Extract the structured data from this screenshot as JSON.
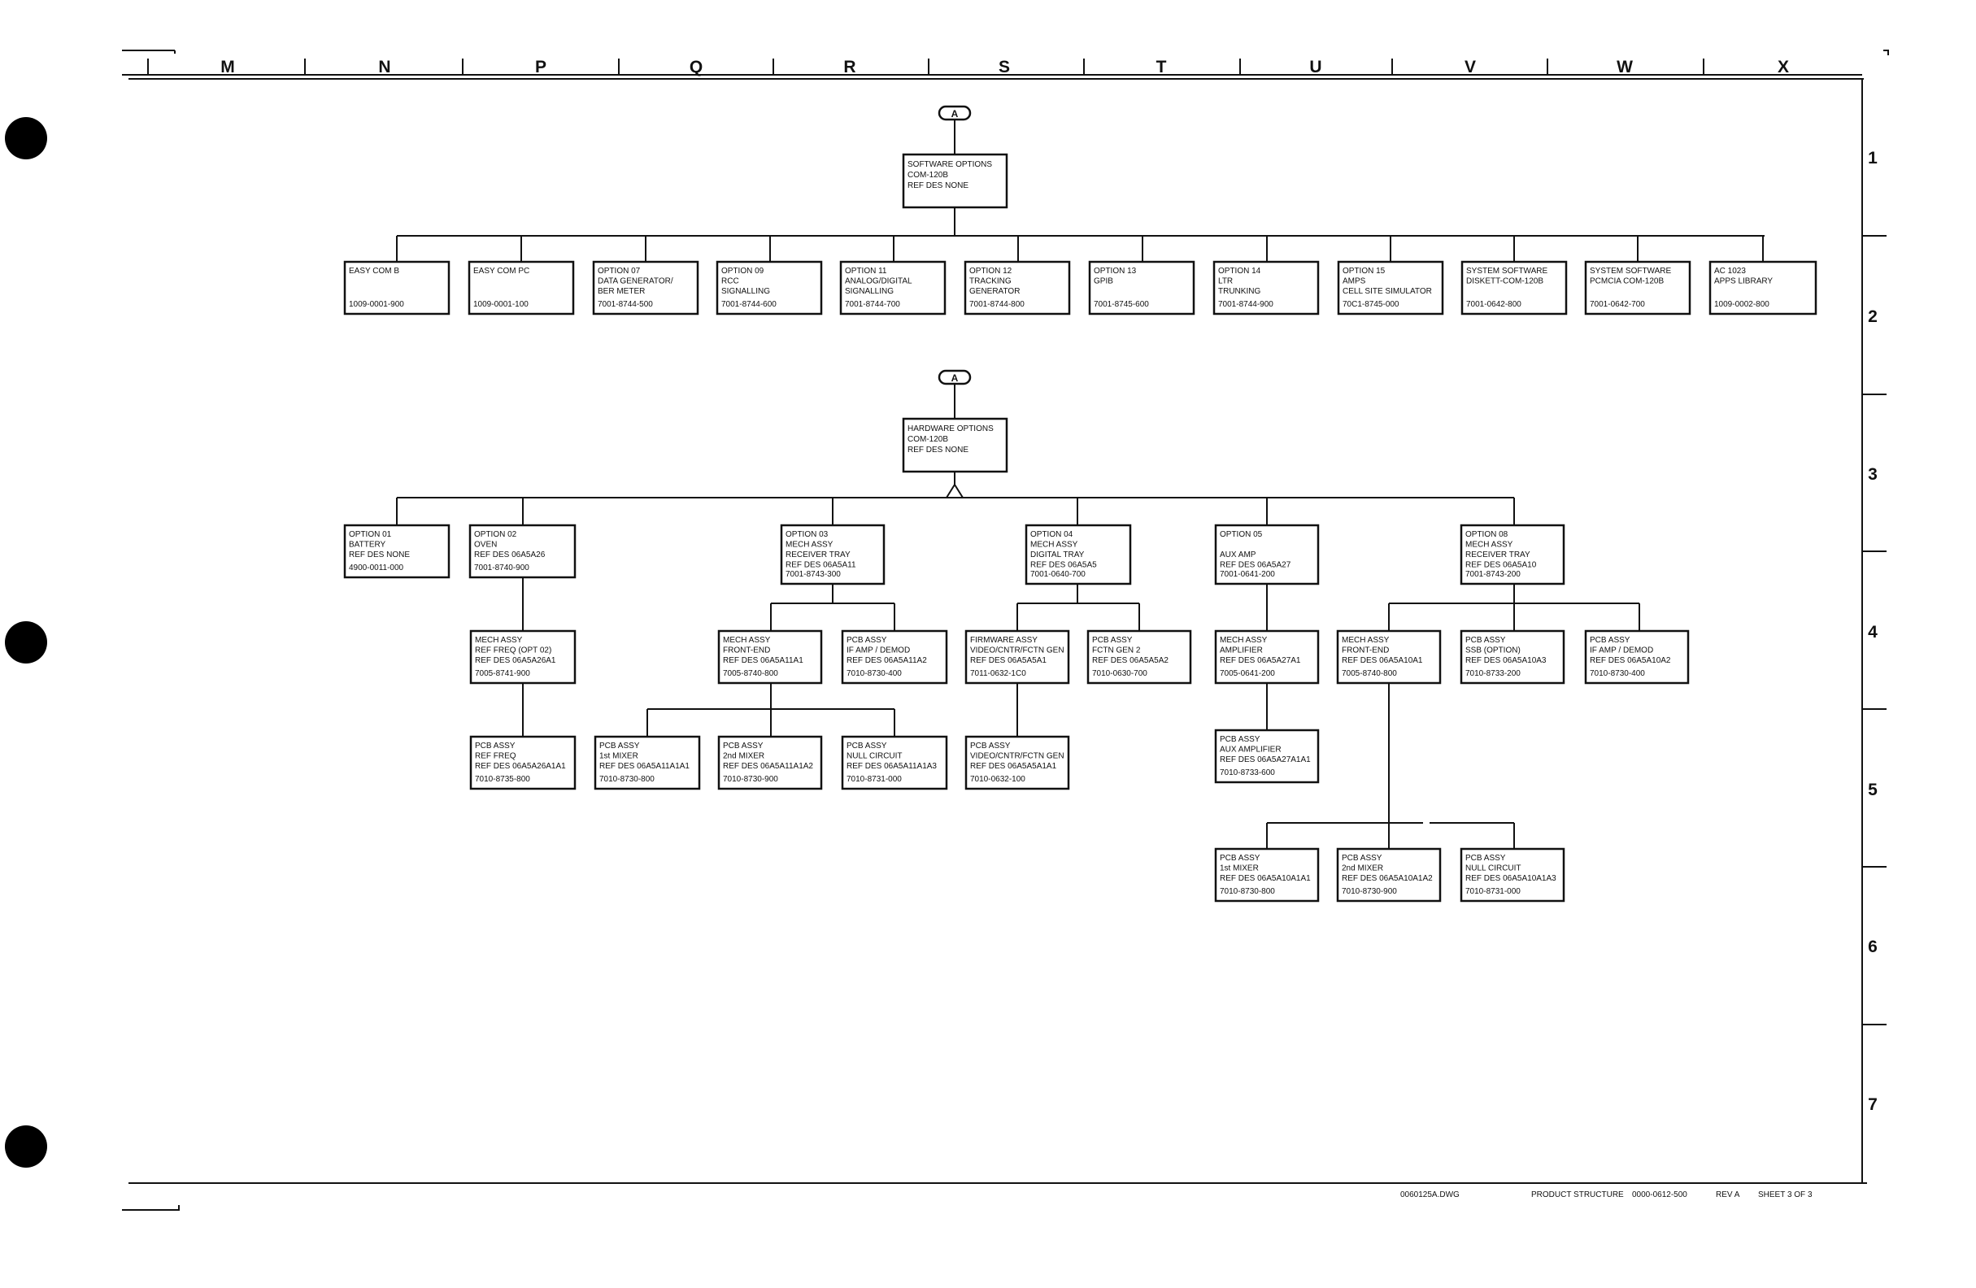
{
  "columns": [
    "M",
    "N",
    "P",
    "Q",
    "R",
    "S",
    "T",
    "U",
    "V",
    "W",
    "X"
  ],
  "rows": [
    "1",
    "2",
    "3",
    "4",
    "5",
    "6",
    "7"
  ],
  "connectors": {
    "software": "A",
    "hardware": "A"
  },
  "boxes": {
    "sw_root": [
      "SOFTWARE OPTIONS",
      "COM-120B",
      "REF DES  NONE"
    ],
    "sw_easycomb": [
      "EASY COM B",
      "",
      "1009-0001-900"
    ],
    "sw_easycompc": [
      "EASY COM PC",
      "",
      "1009-0001-100"
    ],
    "sw_opt07": [
      "OPTION 07",
      "DATA GENERATOR/",
      "BER METER",
      "7001-8744-500"
    ],
    "sw_opt09": [
      "OPTION 09",
      "RCC",
      "SIGNALLING",
      "7001-8744-600"
    ],
    "sw_opt11": [
      "OPTION 11",
      "ANALOG/DIGITAL",
      "SIGNALLING",
      "7001-8744-700"
    ],
    "sw_opt12": [
      "OPTION 12",
      "TRACKING",
      "GENERATOR",
      "7001-8744-800"
    ],
    "sw_opt13": [
      "OPTION 13",
      "GPIB",
      "",
      "7001-8745-600"
    ],
    "sw_opt14": [
      "OPTION 14",
      "LTR",
      "TRUNKING",
      "7001-8744-900"
    ],
    "sw_opt15": [
      "OPTION 15",
      "AMPS",
      "CELL SITE SIMULATOR",
      "70C1-8745-000"
    ],
    "sw_sysdisk": [
      "SYSTEM SOFTWARE",
      "DISKETT-COM-120B",
      "",
      "7001-0642-800"
    ],
    "sw_syspcm": [
      "SYSTEM SOFTWARE",
      "PCMCIA COM-120B",
      "",
      "7001-0642-700"
    ],
    "sw_ac1023": [
      "AC 1023",
      "APPS LIBRARY",
      "",
      "1009-0002-800"
    ],
    "hw_root": [
      "HARDWARE OPTIONS",
      "COM-120B",
      "REF DES  NONE"
    ],
    "hw_opt01": [
      "OPTION 01",
      "BATTERY",
      "REF DES  NONE",
      "4900-0011-000"
    ],
    "hw_opt02": [
      "OPTION 02",
      "OVEN",
      "REF DES 06A5A26",
      "7001-8740-900"
    ],
    "hw_opt02_mech": [
      "MECH ASSY",
      "REF FREQ (OPT 02)",
      "REF DES 06A5A26A1",
      "7005-8741-900"
    ],
    "hw_opt02_pcb": [
      "PCB ASSY",
      "REF FREQ",
      "REF DES 06A5A26A1A1",
      "7010-8735-800"
    ],
    "hw_opt03": [
      "OPTION 03",
      "MECH ASSY",
      "RECEIVER TRAY",
      "REF DES 06A5A11",
      "7001-8743-300"
    ],
    "hw_opt03_mech": [
      "MECH ASSY",
      "FRONT-END",
      "REF DES 06A5A11A1",
      "7005-8740-800"
    ],
    "hw_opt03_ifamp": [
      "PCB ASSY",
      "IF AMP / DEMOD",
      "REF DES 06A5A11A2",
      "7010-8730-400"
    ],
    "hw_opt03_mix1": [
      "PCB ASSY",
      "1st MIXER",
      "REF DES 06A5A11A1A1",
      "7010-8730-800"
    ],
    "hw_opt03_mix2": [
      "PCB ASSY",
      "2nd MIXER",
      "REF DES 06A5A11A1A2",
      "7010-8730-900"
    ],
    "hw_opt03_null": [
      "PCB ASSY",
      "NULL CIRCUIT",
      "REF DES 06A5A11A1A3",
      "7010-8731-000"
    ],
    "hw_opt04": [
      "OPTION 04",
      "MECH ASSY",
      "DIGITAL TRAY",
      "REF DES 06A5A5",
      "7001-0640-700"
    ],
    "hw_opt04_fw": [
      "FIRMWARE ASSY",
      "VIDEO/CNTR/FCTN GEN",
      "REF DES 06A5A5A1",
      "7011-0632-1C0"
    ],
    "hw_opt04_fctn": [
      "PCB ASSY",
      "FCTN GEN 2",
      "REF DES 06A5A5A2",
      "7010-0630-700"
    ],
    "hw_opt04_pcb": [
      "PCB ASSY",
      "VIDEO/CNTR/FCTN GEN",
      "REF DES 06A5A5A1A1",
      "7010-0632-100"
    ],
    "hw_opt05": [
      "OPTION 05",
      "",
      "AUX AMP",
      "REF DES 06A5A27",
      "7001-0641-200"
    ],
    "hw_opt05_mech": [
      "MECH ASSY",
      "AMPLIFIER",
      "REF DES 06A5A27A1",
      "7005-0641-200"
    ],
    "hw_opt05_pcb": [
      "PCB ASSY",
      "AUX AMPLIFIER",
      "REF DES 06A5A27A1A1",
      "7010-8733-600"
    ],
    "hw_opt08": [
      "OPTION 08",
      "MECH ASSY",
      "RECEIVER TRAY",
      "REF DES 06A5A10",
      "7001-8743-200"
    ],
    "hw_opt08_mech": [
      "MECH ASSY",
      "FRONT-END",
      "REF DES 06A5A10A1",
      "7005-8740-800"
    ],
    "hw_opt08_ssb": [
      "PCB ASSY",
      "SSB (OPTION)",
      "REF DES 06A5A10A3",
      "7010-8733-200"
    ],
    "hw_opt08_ifamp": [
      "PCB ASSY",
      "IF AMP / DEMOD",
      "REF DES 06A5A10A2",
      "7010-8730-400"
    ],
    "hw_opt08_mix1": [
      "PCB ASSY",
      "1st MIXER",
      "REF DES 06A5A10A1A1",
      "7010-8730-800"
    ],
    "hw_opt08_mix2": [
      "PCB ASSY",
      "2nd MIXER",
      "REF DES 06A5A10A1A2",
      "7010-8730-900"
    ],
    "hw_opt08_null": [
      "PCB ASSY",
      "NULL CIRCUIT",
      "REF DES 06A5A10A1A3",
      "7010-8731-000"
    ]
  },
  "title_block": {
    "filename": "0060125A.DWG",
    "title": "PRODUCT STRUCTURE",
    "drawing_number": "0000-0612-500",
    "revision": "REV A",
    "sheet": "SHEET 3 OF 3"
  },
  "colors": {
    "ink": "#111111",
    "paper": "#ffffff",
    "punch_hole": "#000000"
  }
}
